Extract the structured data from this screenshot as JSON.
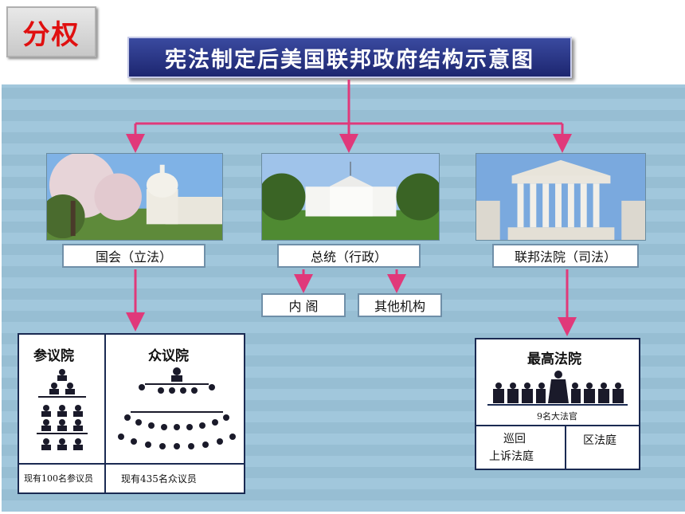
{
  "badge": "分权",
  "title": "宪法制定后美国联邦政府结构示意图",
  "branches": {
    "legislative": "国会（立法）",
    "executive": "总统（行政）",
    "judicial": "联邦法院（司法）"
  },
  "executive_sub": [
    "内 阁",
    "其他机构"
  ],
  "congress": {
    "senate": "参议院",
    "house": "众议院",
    "senate_count": "现有100名参议员",
    "house_count": "现有435名众议员"
  },
  "court": {
    "supreme": "最高法院",
    "justices": "9名大法官",
    "appeals_line1": "巡回",
    "appeals_line2": "上诉法庭",
    "district": "区法庭"
  },
  "colors": {
    "arrow": "#e0397a",
    "title_bg": "#27327f",
    "badge_text": "#e01010",
    "board": "#9cc4da"
  }
}
